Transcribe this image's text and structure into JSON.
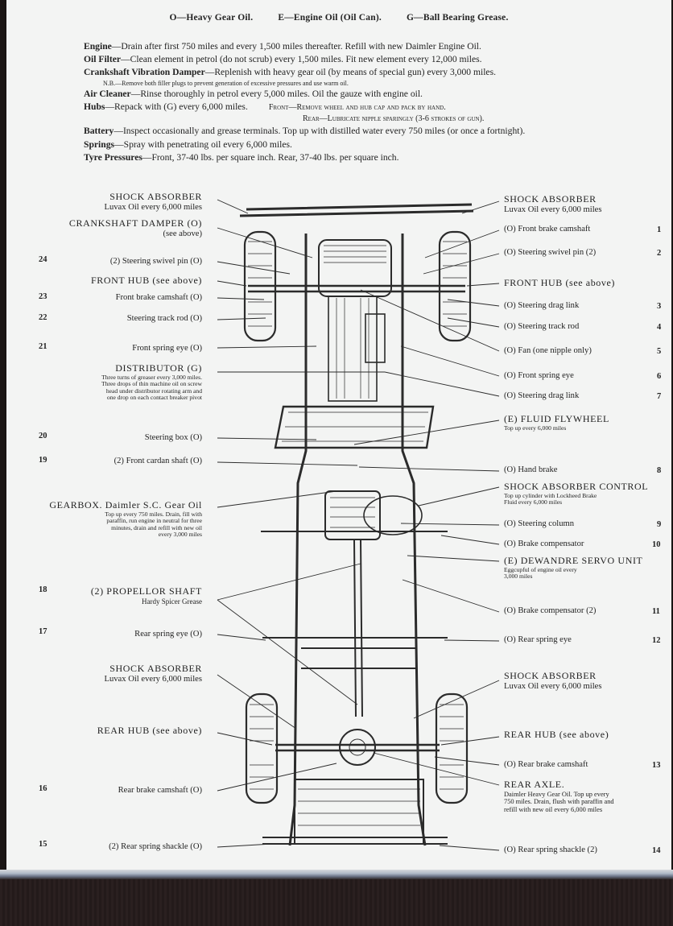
{
  "legend": {
    "o": "O—Heavy Gear Oil.",
    "e": "E—Engine Oil (Oil Can).",
    "g": "G—Ball Bearing Grease."
  },
  "instructions": {
    "engine": {
      "head": "Engine",
      "text": "—Drain after first 750 miles and every 1,500 miles thereafter.   Refill with new Daimler Engine Oil."
    },
    "oil_filter": {
      "head": "Oil Filter",
      "text": "—Clean element in petrol (do not scrub) every 1,500 miles.   Fit new element every 12,000 miles."
    },
    "crankshaft": {
      "head": "Crankshaft Vibration Damper",
      "text": "—Replenish with heavy gear oil (by means of special gun) every 3,000 miles."
    },
    "crankshaft_nb": "N.B.—Remove both filler plugs to prevent generation of excessive pressures and use warm oil.",
    "air_cleaner": {
      "head": "Air Cleaner",
      "text": "—Rinse thoroughly in petrol every 5,000 miles.   Oil the gauze with engine oil."
    },
    "hubs": {
      "head": "Hubs",
      "text": "—Repack with (G) every 6,000 miles.",
      "front": "Front—Remove wheel and hub cap and pack by hand.",
      "rear": "Rear—Lubricate nipple sparingly (3-6 strokes of gun)."
    },
    "battery": {
      "head": "Battery",
      "text": "—Inspect occasionally and grease terminals.   Top up with distilled water every 750 miles (or once a fortnight)."
    },
    "springs": {
      "head": "Springs",
      "text": "—Spray with penetrating oil every 6,000 miles."
    },
    "tyres": {
      "head": "Tyre Pressures",
      "text": "—Front, 37-40 lbs. per square inch.   Rear, 37-40 lbs. per square inch."
    }
  },
  "left_labels": {
    "shock_absorber_front": {
      "title": "SHOCK ABSORBER",
      "sub": "Luvax Oil every 6,000 miles"
    },
    "crankshaft_damper": {
      "title": "CRANKSHAFT DAMPER (O)",
      "sub": "(see above)"
    },
    "steering_swivel_pin": {
      "num": "24",
      "text": "(2) Steering swivel pin (O)"
    },
    "front_hub": {
      "text": "FRONT HUB (see above)"
    },
    "front_brake_camshaft": {
      "num": "23",
      "text": "Front brake camshaft (O)"
    },
    "steering_track_rod": {
      "num": "22",
      "text": "Steering track rod (O)"
    },
    "front_spring_eye": {
      "num": "21",
      "text": "Front spring eye (O)"
    },
    "distributor": {
      "title": "DISTRIBUTOR (G)",
      "notes": [
        "Three turns of greaser every 3,000 miles.",
        "Three drops of thin machine oil on screw",
        "head under distributor rotating arm and",
        "one drop on each contact breaker pivot"
      ]
    },
    "steering_box": {
      "num": "20",
      "text": "Steering box (O)"
    },
    "front_cardan_shaft": {
      "num": "19",
      "text": "(2) Front cardan shaft (O)"
    },
    "gearbox": {
      "title": "GEARBOX.  Daimler S.C. Gear Oil",
      "notes": [
        "Top up every 750 miles.   Drain, fill with",
        "paraffin, run engine in neutral for three",
        "minutes, drain and refill with new oil",
        "every 3,000 miles"
      ]
    },
    "propellor_shaft": {
      "num": "18",
      "title": "(2) PROPELLOR SHAFT",
      "sub": "Hardy Spicer Grease"
    },
    "rear_spring_eye": {
      "num": "17",
      "text": "Rear spring eye (O)"
    },
    "shock_absorber_rear": {
      "title": "SHOCK ABSORBER",
      "sub": "Luvax Oil every 6,000 miles"
    },
    "rear_hub": {
      "text": "REAR HUB (see above)"
    },
    "rear_brake_camshaft": {
      "num": "16",
      "text": "Rear brake camshaft (O)"
    },
    "rear_spring_shackle": {
      "num": "15",
      "text": "(2) Rear spring shackle (O)"
    }
  },
  "right_labels": {
    "shock_absorber_front": {
      "title": "SHOCK ABSORBER",
      "sub": "Luvax Oil every 6,000 miles"
    },
    "front_brake_camshaft": {
      "num": "1",
      "text": "(O) Front brake camshaft"
    },
    "steering_swivel_pin": {
      "num": "2",
      "text": "(O) Steering swivel pin (2)"
    },
    "front_hub": {
      "text": "FRONT HUB (see above)"
    },
    "steering_drag_link_a": {
      "num": "3",
      "text": "(O) Steering drag link"
    },
    "steering_track_rod": {
      "num": "4",
      "text": "(O) Steering track rod"
    },
    "fan": {
      "num": "5",
      "text": "(O) Fan (one nipple only)"
    },
    "front_spring_eye": {
      "num": "6",
      "text": "(O) Front spring eye"
    },
    "steering_drag_link_b": {
      "num": "7",
      "text": "(O) Steering drag link"
    },
    "fluid_flywheel": {
      "title": "(E) FLUID FLYWHEEL",
      "sub": "Top up every 6,000 miles"
    },
    "hand_brake": {
      "num": "8",
      "text": "(O) Hand brake"
    },
    "shock_absorber_control": {
      "title": "SHOCK ABSORBER CONTROL",
      "notes": [
        "Top up cylinder with Lockheed Brake",
        "Fluid every 6,000 miles"
      ]
    },
    "steering_column": {
      "num": "9",
      "text": "(O) Steering column"
    },
    "brake_compensator_a": {
      "num": "10",
      "text": "(O) Brake compensator"
    },
    "servo_unit": {
      "title": "(E) DEWANDRE SERVO UNIT",
      "notes": [
        "Eggcupful of engine oil every",
        "3,000 miles"
      ]
    },
    "brake_compensator_b": {
      "num": "11",
      "text": "(O) Brake compensator (2)"
    },
    "rear_spring_eye": {
      "num": "12",
      "text": "(O) Rear spring eye"
    },
    "shock_absorber_rear": {
      "title": "SHOCK ABSORBER",
      "sub": "Luvax Oil every 6,000 miles"
    },
    "rear_hub": {
      "text": "REAR HUB (see above)"
    },
    "rear_brake_camshaft": {
      "num": "13",
      "text": "(O) Rear brake camshaft"
    },
    "rear_axle": {
      "title": "REAR AXLE.",
      "notes": [
        "Daimler Heavy Gear Oil.   Top up every",
        "750 miles.   Drain, flush with paraffin and",
        "refill with new oil every 6,000 miles"
      ]
    },
    "rear_spring_shackle": {
      "num": "14",
      "text": "(O) Rear spring shackle (2)"
    }
  }
}
